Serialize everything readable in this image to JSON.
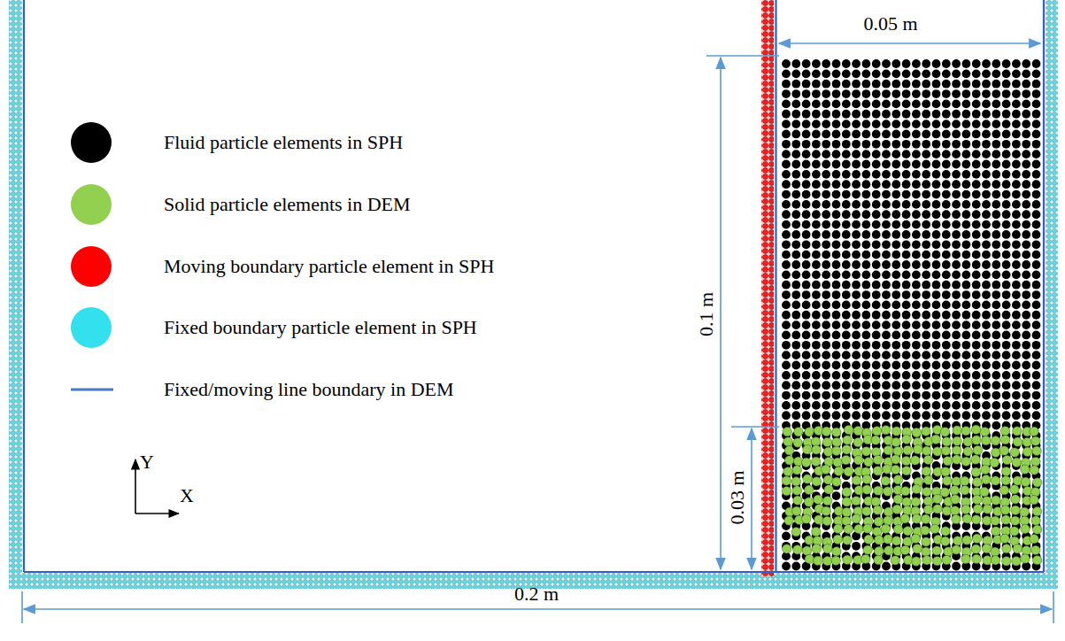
{
  "diagram": {
    "labels": [
      "0.05 m",
      "0.1 m",
      "0.03 m",
      "0.2 m",
      "Y",
      "X"
    ],
    "legend": [
      {
        "text": "Fluid particle elements in SPH",
        "color": "#000000"
      },
      {
        "text": "Solid particle elements in DEM",
        "color": "#92d050"
      },
      {
        "text": "Moving boundary particle element in SPH",
        "color": "#ff0000"
      },
      {
        "text": "Fixed boundary particle element in SPH",
        "color": "#33e0ee"
      },
      {
        "text": "Fixed/moving line boundary in DEM"
      }
    ]
  }
}
